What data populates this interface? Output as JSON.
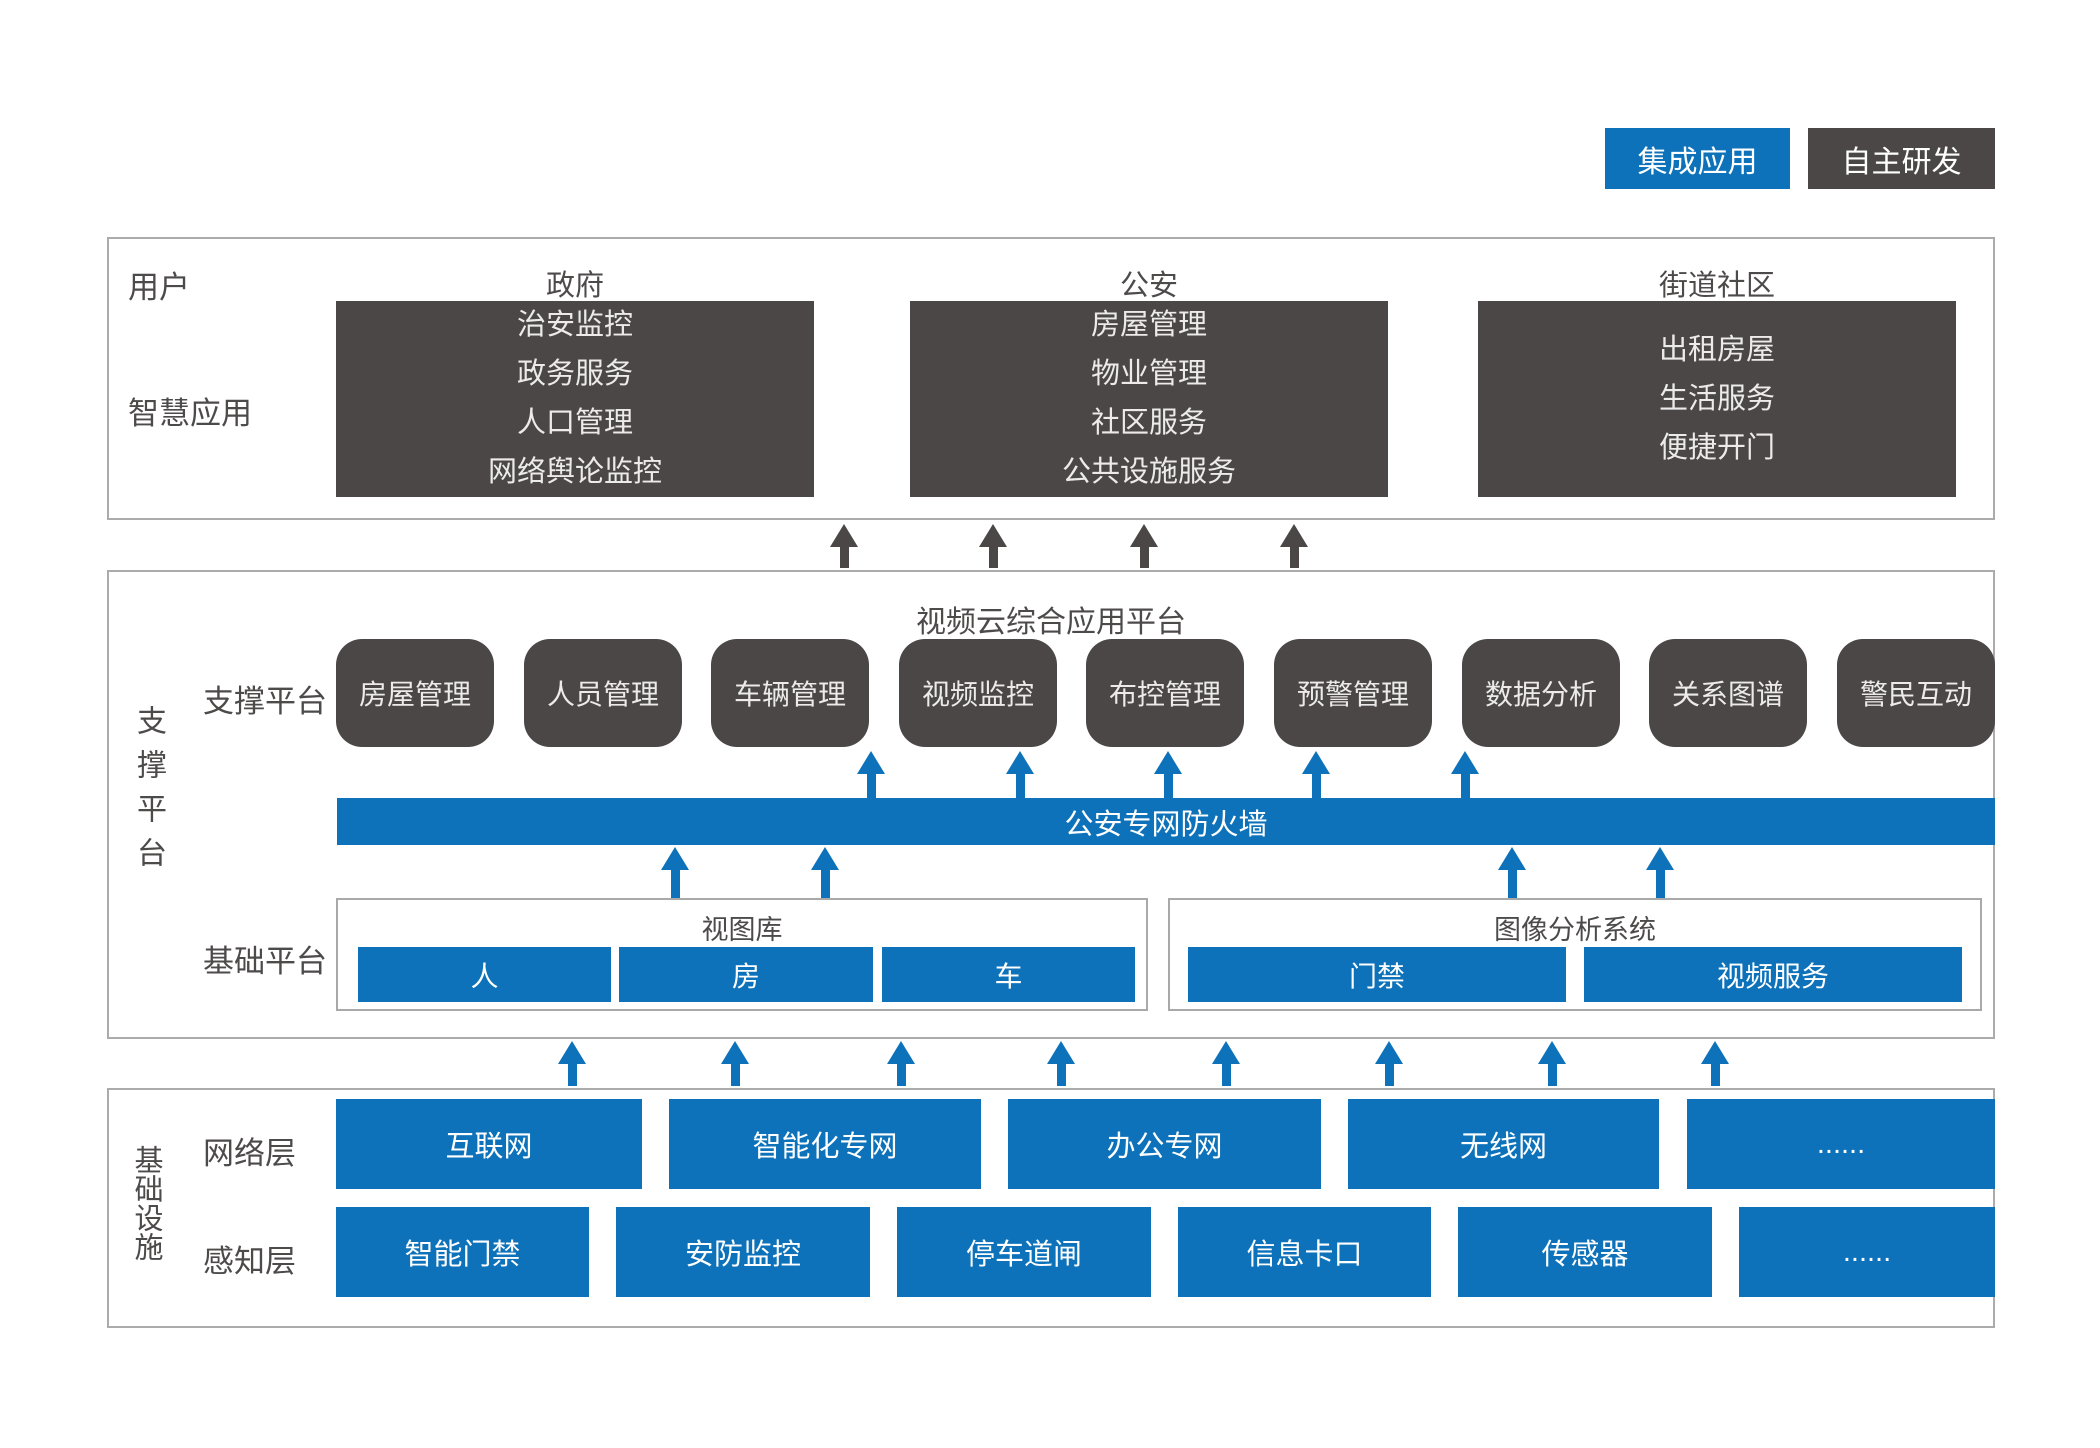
{
  "legend": {
    "integrated_label": "集成应用",
    "self_developed_label": "自主研发"
  },
  "colors": {
    "primary_blue": "#0d72ba",
    "dark_gray": "#4b4747",
    "border_gray": "#ababab"
  },
  "user_section": {
    "user_label": "用户",
    "apps_label": "智慧应用",
    "columns": [
      {
        "header": "政府",
        "items": [
          "治安监控",
          "政务服务",
          "人口管理",
          "网络舆论监控"
        ]
      },
      {
        "header": "公安",
        "items": [
          "房屋管理",
          "物业管理",
          "社区服务",
          "公共设施服务"
        ]
      },
      {
        "header": "街道社区",
        "items": [
          "出租房屋",
          "生活服务",
          "便捷开门"
        ]
      }
    ]
  },
  "platform_section": {
    "side_label": "支撑平台",
    "title": "视频云综合应用平台",
    "support_label": "支撑平台",
    "support_modules": [
      "房屋管理",
      "人员管理",
      "车辆管理",
      "视频监控",
      "布控管理",
      "预警管理",
      "数据分析",
      "关系图谱",
      "警民互动"
    ],
    "firewall_label": "公安专网防火墙",
    "base_label": "基础平台",
    "base_groups": [
      {
        "title": "视图库",
        "items": [
          "人",
          "房",
          "车"
        ]
      },
      {
        "title": "图像分析系统",
        "items": [
          "门禁",
          "视频服务"
        ]
      }
    ]
  },
  "infra_section": {
    "side_label": "基础设施",
    "rows": [
      {
        "label": "网络层",
        "items": [
          "互联网",
          "智能化专网",
          "办公专网",
          "无线网",
          "......"
        ]
      },
      {
        "label": "感知层",
        "items": [
          "智能门禁",
          "安防监控",
          "停车道闸",
          "信息卡口",
          "传感器",
          "......"
        ]
      }
    ]
  }
}
